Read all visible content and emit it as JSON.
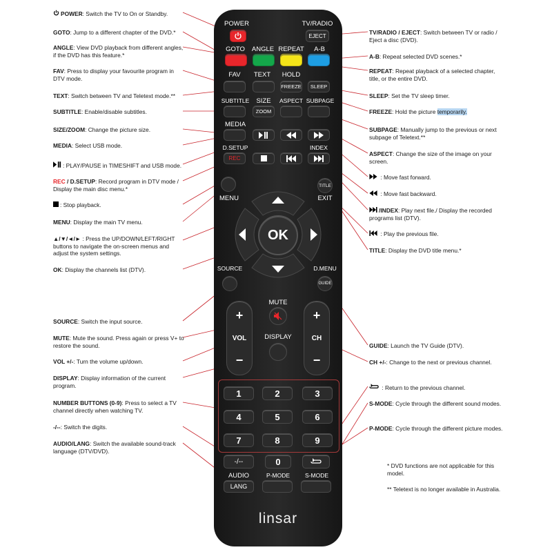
{
  "left_descriptions": [
    {
      "key": "POWER",
      "text": ": Switch the TV to On or Standby.",
      "icon": "power-icon"
    },
    {
      "key": "GOTO",
      "text": ": Jump to a different chapter of the DVD.*"
    },
    {
      "key": "ANGLE",
      "text": ": View DVD playback from different angles, if the DVD has this feature.*"
    },
    {
      "key": "FAV",
      "text": ": Press to display your favourite program in DTV mode."
    },
    {
      "key": "TEXT",
      "text": ": Switch between TV and Teletext mode.**"
    },
    {
      "key": "SUBTITLE",
      "text": ": Enable/disable subtitles."
    },
    {
      "key": "SIZE/ZOOM",
      "text": ": Change the picture size."
    },
    {
      "key": "MEDIA",
      "text": ": Select USB mode."
    },
    {
      "key": "",
      "text": ": PLAY/PAUSE in TIMESHIFT and USB mode.",
      "icon": "play-pause-icon"
    },
    {
      "key": "REC",
      "key2": " / D.SETUP",
      "text": ": Record program in DTV mode / Display the main disc menu.*"
    },
    {
      "key": "",
      "text": ": Stop playback.",
      "icon": "stop-icon"
    },
    {
      "key": "MENU",
      "text": ": Display the main TV menu."
    },
    {
      "key": "▲/▼/◄/►",
      "text": " : Press the UP/DOWN/LEFT/RIGHT buttons to navigate the on-screen menus and adjust the system settings."
    },
    {
      "key": "OK",
      "text": ": Display the channels list (DTV)."
    },
    {
      "key": "SOURCE",
      "text": ":  Switch the input source."
    },
    {
      "key": "MUTE",
      "text": ": Mute the sound. Press again or press V+ to restore the sound."
    },
    {
      "key": "VOL +/-",
      "text": ": Turn the volume up/down."
    },
    {
      "key": "DISPLAY",
      "text": ": Display information of the current program."
    },
    {
      "key": "NUMBER BUTTONS (0-9)",
      "text": ": Press to select a TV channel directly when watching TV."
    },
    {
      "key": "-/--",
      "text": ": Switch the digits."
    },
    {
      "key": "AUDIO/LANG",
      "text": ": Switch the available sound-track language (DTV/DVD)."
    }
  ],
  "right_descriptions": [
    {
      "key": "TV/RADIO / EJECT",
      "text": ": Switch between TV or radio / Eject a disc (DVD)."
    },
    {
      "key": "A-B",
      "text": ": Repeat selected DVD scenes.*"
    },
    {
      "key": "REPEAT",
      "text": ": Repeat playback of a selected chapter, title, or the entire DVD."
    },
    {
      "key": "SLEEP",
      "text": ": Set the TV sleep timer."
    },
    {
      "key": "FREEZE",
      "text": ": Hold the picture ",
      "highlight": "temporarily."
    },
    {
      "key": "SUBPAGE",
      "text": ": Manually jump to the previous or next subpage of Teletext.**"
    },
    {
      "key": "ASPECT",
      "text": ": Change the size of the image on your screen."
    },
    {
      "key": "",
      "text": " : Move fast forward.",
      "icon": "fast-forward-icon"
    },
    {
      "key": "",
      "text": " : Move fast backward.",
      "icon": "rewind-icon"
    },
    {
      "key": "/INDEX",
      "text": ": Play next file./ Display the recorded programs list (DTV).",
      "icon": "next-icon"
    },
    {
      "key": "",
      "text": " : Play the previous file.",
      "icon": "previous-icon"
    },
    {
      "key": "TITLE",
      "text": ": Display the DVD title menu.*"
    },
    {
      "key": "GUIDE",
      "text": ": Launch the TV Guide (DTV)."
    },
    {
      "key": "CH +/-",
      "text": ": Change to the next or previous channel."
    },
    {
      "key": "",
      "text": " : Return to the previous channel.",
      "icon": "return-icon"
    },
    {
      "key": "S-MODE",
      "text": ": Cycle through the different sound modes."
    },
    {
      "key": "P-MODE",
      "text": ": Cycle through the different picture modes."
    }
  ],
  "footnotes": [
    "* DVD functions are not applicable for this model.",
    "** Teletext is no longer available in Australia."
  ],
  "remote": {
    "labels": {
      "power": "POWER",
      "tvradio": "TV/RADIO",
      "eject": "EJECT",
      "goto": "GOTO",
      "angle": "ANGLE",
      "repeat": "REPEAT",
      "ab": "A-B",
      "fav": "FAV",
      "text": "TEXT",
      "hold": "HOLD",
      "freeze": "FREEZE",
      "sleep": "SLEEP",
      "subtitle": "SUBTITLE",
      "size": "SIZE",
      "aspect": "ASPECT",
      "subpage": "SUBPAGE",
      "zoom": "ZOOM",
      "media": "MEDIA",
      "dsetup": "D.SETUP",
      "rec": "REC",
      "index": "INDEX",
      "menu": "MENU",
      "title": "TITLE",
      "exit": "EXIT",
      "ok": "OK",
      "source": "SOURCE",
      "dmenu": "D.MENU",
      "guide": "GUIDE",
      "mute": "MUTE",
      "vol": "VOL",
      "ch": "CH",
      "display": "DISPLAY",
      "plus": "+",
      "minus": "−",
      "digits": [
        "1",
        "2",
        "3",
        "4",
        "5",
        "6",
        "7",
        "8",
        "9"
      ],
      "zero": "0",
      "dash": "-/--",
      "audio": "AUDIO",
      "lang": "LANG",
      "pmode": "P-MODE",
      "smode": "S-MODE"
    },
    "brand": "linsar",
    "colors": {
      "body": "#1f1f1f",
      "red": "#e8262b",
      "green": "#14a74a",
      "yellow": "#f4e419",
      "blue": "#1e9ee3",
      "leader": "#c8232a"
    }
  }
}
